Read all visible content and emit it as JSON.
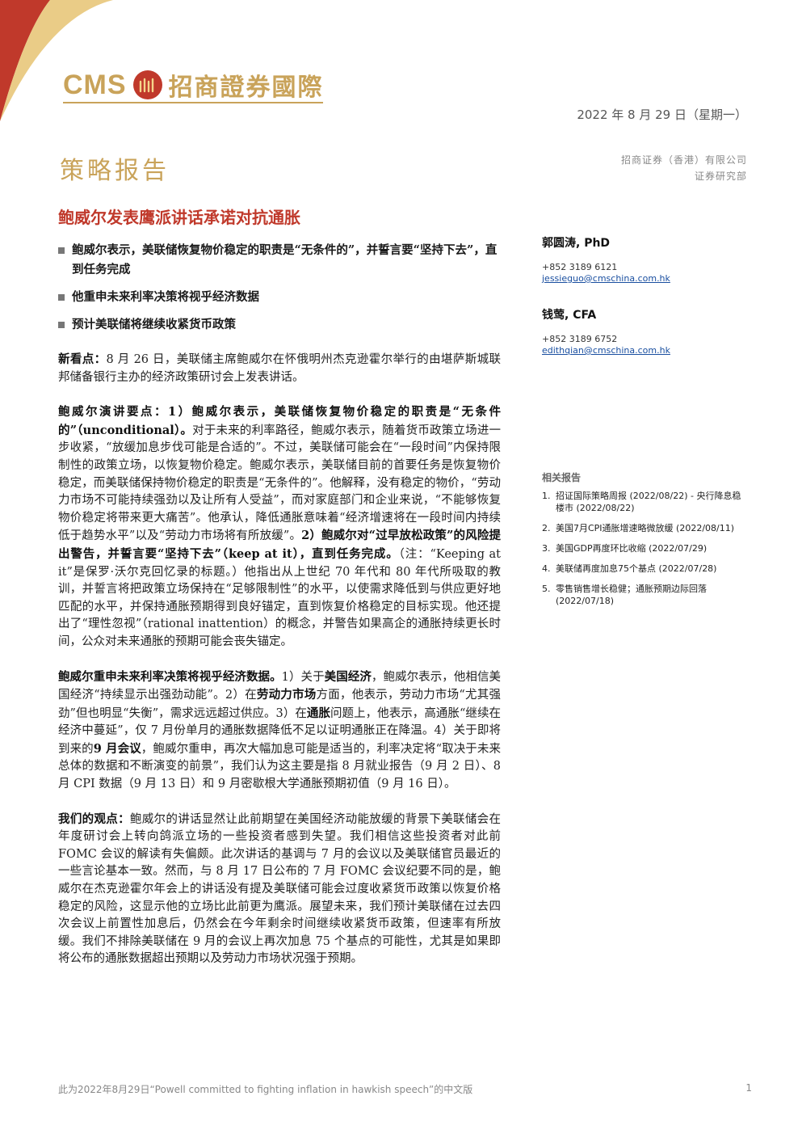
{
  "brand": {
    "logo_latin": "CMS",
    "logo_chinese": "招商證券國際",
    "accent_color": "#c9a35a",
    "red_color": "#c0392b"
  },
  "date": "2022 年 8 月 29 日（星期一）",
  "report_type": "策略报告",
  "org": {
    "company": "招商证券（香港）有限公司",
    "department": "证券研究部"
  },
  "headline": "鲍威尔发表鹰派讲话承诺对抗通胀",
  "bullets": [
    "鲍威尔表示，美联储恢复物价稳定的职责是“无条件的”，并誓言要“坚持下去”，直到任务完成",
    "他重申未来利率决策将视乎经济数据",
    "预计美联储将继续收紧货币政策"
  ],
  "paragraphs": {
    "p1": {
      "lead": "新看点：",
      "text": "8 月 26 日，美联储主席鲍威尔在怀俄明州杰克逊霍尔举行的由堪萨斯城联邦储备银行主办的经济政策研讨会上发表讲话。"
    },
    "p2": {
      "lead": "鲍威尔演讲要点：1）鲍威尔表示，美联储恢复物价稳定的职责是“无条件的”（unconditional）。",
      "text1": "对于未来的利率路径，鲍威尔表示，随着货币政策立场进一步收紧，“放缓加息步伐可能是合适的”。不过，美联储可能会在“一段时间”内保持限制性的政策立场，以恢复物价稳定。鲍威尔表示，美联储目前的首要任务是恢复物价稳定，而美联储保持物价稳定的职责是“无条件的”。他解释，没有稳定的物价，“劳动力市场不可能持续强劲以及让所有人受益”，而对家庭部门和企业来说，“不能够恢复物价稳定将带来更大痛苦”。他承认，降低通胀意味着“经济增速将在一段时间内持续低于趋势水平”以及“劳动力市场将有所放缓”。",
      "bold2": "2）鲍威尔对“过早放松政策”的风险提出警告，并誓言要“坚持下去”（keep at it），直到任务完成。",
      "text2": "（注：“Keeping at it”是保罗·沃尔克回忆录的标题。）他指出从上世纪 70 年代和 80 年代所吸取的教训，并誓言将把政策立场保持在“足够限制性”的水平，以使需求降低到与供应更好地匹配的水平，并保持通胀预期得到良好锚定，直到恢复价格稳定的目标实现。他还提出了“理性忽视”（rational inattention）的概念，并警告如果高企的通胀持续更长时间，公众对未来通胀的预期可能会丧失锚定。"
    },
    "p3": {
      "lead": "鲍威尔重申未来利率决策将视乎经济数据。",
      "t1": "1）关于",
      "b1": "美国经济",
      "t2": "，鲍威尔表示，他相信美国经济“持续显示出强劲动能”。2）在",
      "b2": "劳动力市场",
      "t3": "方面，他表示，劳动力市场“尤其强劲”但也明显“失衡”，需求远远超过供应。3）在",
      "b3": "通胀",
      "t4": "问题上，他表示，高通胀“继续在经济中蔓延”，仅 7 月份单月的通胀数据降低不足以证明通胀正在降温。4）关于即将到来的",
      "b4": "9 月会议",
      "t5": "，鲍威尔重申，再次大幅加息可能是适当的，利率决定将“取决于未来总体的数据和不断演变的前景”，我们认为这主要是指 8 月就业报告（9 月 2 日）、8 月 CPI 数据（9 月 13 日）和 9 月密歇根大学通胀预期初值（9 月 16 日）。"
    },
    "p4": {
      "lead": "我们的观点：",
      "text": "鲍威尔的讲话显然让此前期望在美国经济动能放缓的背景下美联储会在年度研讨会上转向鸽派立场的一些投资者感到失望。我们相信这些投资者对此前 FOMC 会议的解读有失偏颇。此次讲话的基调与 7 月的会议以及美联储官员最近的一些言论基本一致。然而，与 8 月 17 日公布的 7 月 FOMC 会议纪要不同的是，鲍威尔在杰克逊霍尔年会上的讲话没有提及美联储可能会过度收紧货币政策以恢复价格稳定的风险，这显示他的立场比此前更为鹰派。展望未来，我们预计美联储在过去四次会议上前置性加息后，仍然会在今年剩余时间继续收紧货币政策，但速率有所放缓。我们不排除美联储在 9 月的会议上再次加息 75 个基点的可能性，尤其是如果即将公布的通胀数据超出预期以及劳动力市场状况强于预期。"
    }
  },
  "authors": [
    {
      "name": "郭圆涛, PhD",
      "tel": "+852 3189 6121",
      "email": "jessieguo@cmschina.com.hk"
    },
    {
      "name": "钱莺, CFA",
      "tel": "+852 3189 6752",
      "email": "edithqian@cmschina.com.hk"
    }
  ],
  "related": {
    "title": "相关报告",
    "items": [
      {
        "num": "1.",
        "text": "招证国际策略周报 (2022/08/22) - 央行降息稳楼市 (2022/08/22)"
      },
      {
        "num": "2.",
        "text": "美国7月CPI通胀增速略微放缓 (2022/08/11)"
      },
      {
        "num": "3.",
        "text": "美国GDP再度环比收缩 (2022/07/29)"
      },
      {
        "num": "4.",
        "text": "美联储再度加息75个基点 (2022/07/28)"
      },
      {
        "num": "5.",
        "text": "零售销售增长稳健；通胀预期边际回落 (2022/07/18)"
      }
    ]
  },
  "footer": {
    "text": "此为2022年8月29日“Powell committed to fighting inflation in hawkish speech”的中文版",
    "page": "1"
  }
}
